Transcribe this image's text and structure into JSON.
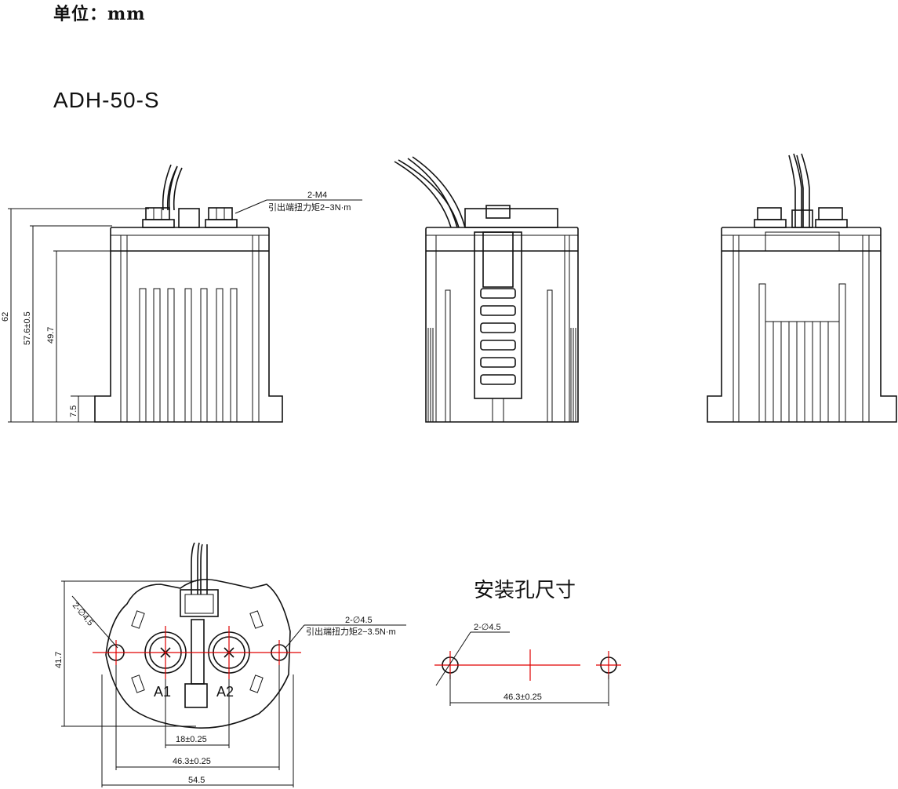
{
  "header": {
    "unit": "单位：mm",
    "model": "ADH-50-S"
  },
  "front_view": {
    "callout_terminal": "2-M4",
    "callout_torque": "引出端扭力矩2−3N·m",
    "dim_total_height": "62",
    "dim_body_height": "57.6±0.5",
    "dim_case_height": "49.7",
    "dim_flange": "7.5"
  },
  "top_view": {
    "dim_hole": "2-∅4.5",
    "callout_hole": "2-∅4.5",
    "callout_torque": "引出端扭力矩2−3.5N·m",
    "dim_height": "41.7",
    "dim_terminal_spacing": "18±0.25",
    "dim_hole_spacing": "46.3±0.25",
    "dim_width": "54.5",
    "terminal_a1": "A1",
    "terminal_a2": "A2"
  },
  "mounting": {
    "title": "安装孔尺寸",
    "dim_hole": "2-∅4.5",
    "dim_spacing": "46.3±0.25"
  }
}
